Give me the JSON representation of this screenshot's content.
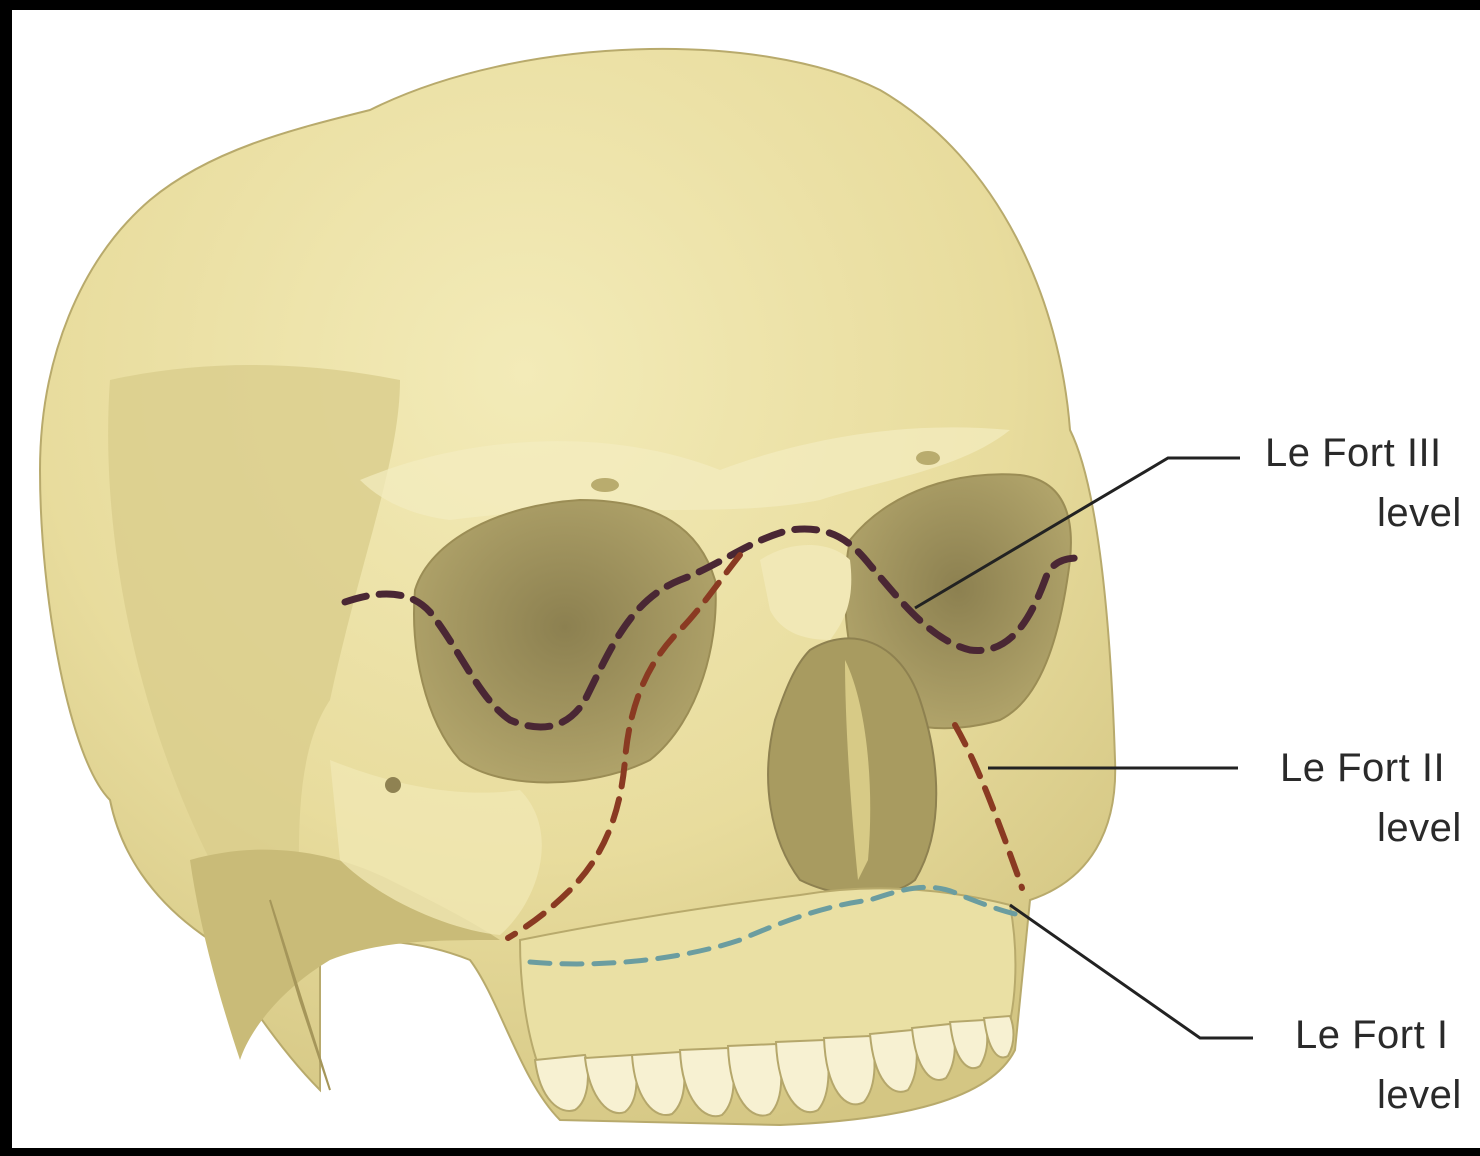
{
  "labels": [
    {
      "line1": "Le Fort III",
      "line2": "level"
    },
    {
      "line1": "Le Fort II",
      "line2": "level"
    },
    {
      "line1": "Le Fort I",
      "line2": "level"
    }
  ],
  "colors": {
    "bone": "#ede2a6",
    "bone_shadow": "#cfc27f",
    "cavity": "#a6995e",
    "le_fort_iii": "#4a2734",
    "le_fort_ii": "#8a3a22",
    "le_fort_i": "#6b9da0",
    "leader": "#222222",
    "frame": "#000000"
  }
}
